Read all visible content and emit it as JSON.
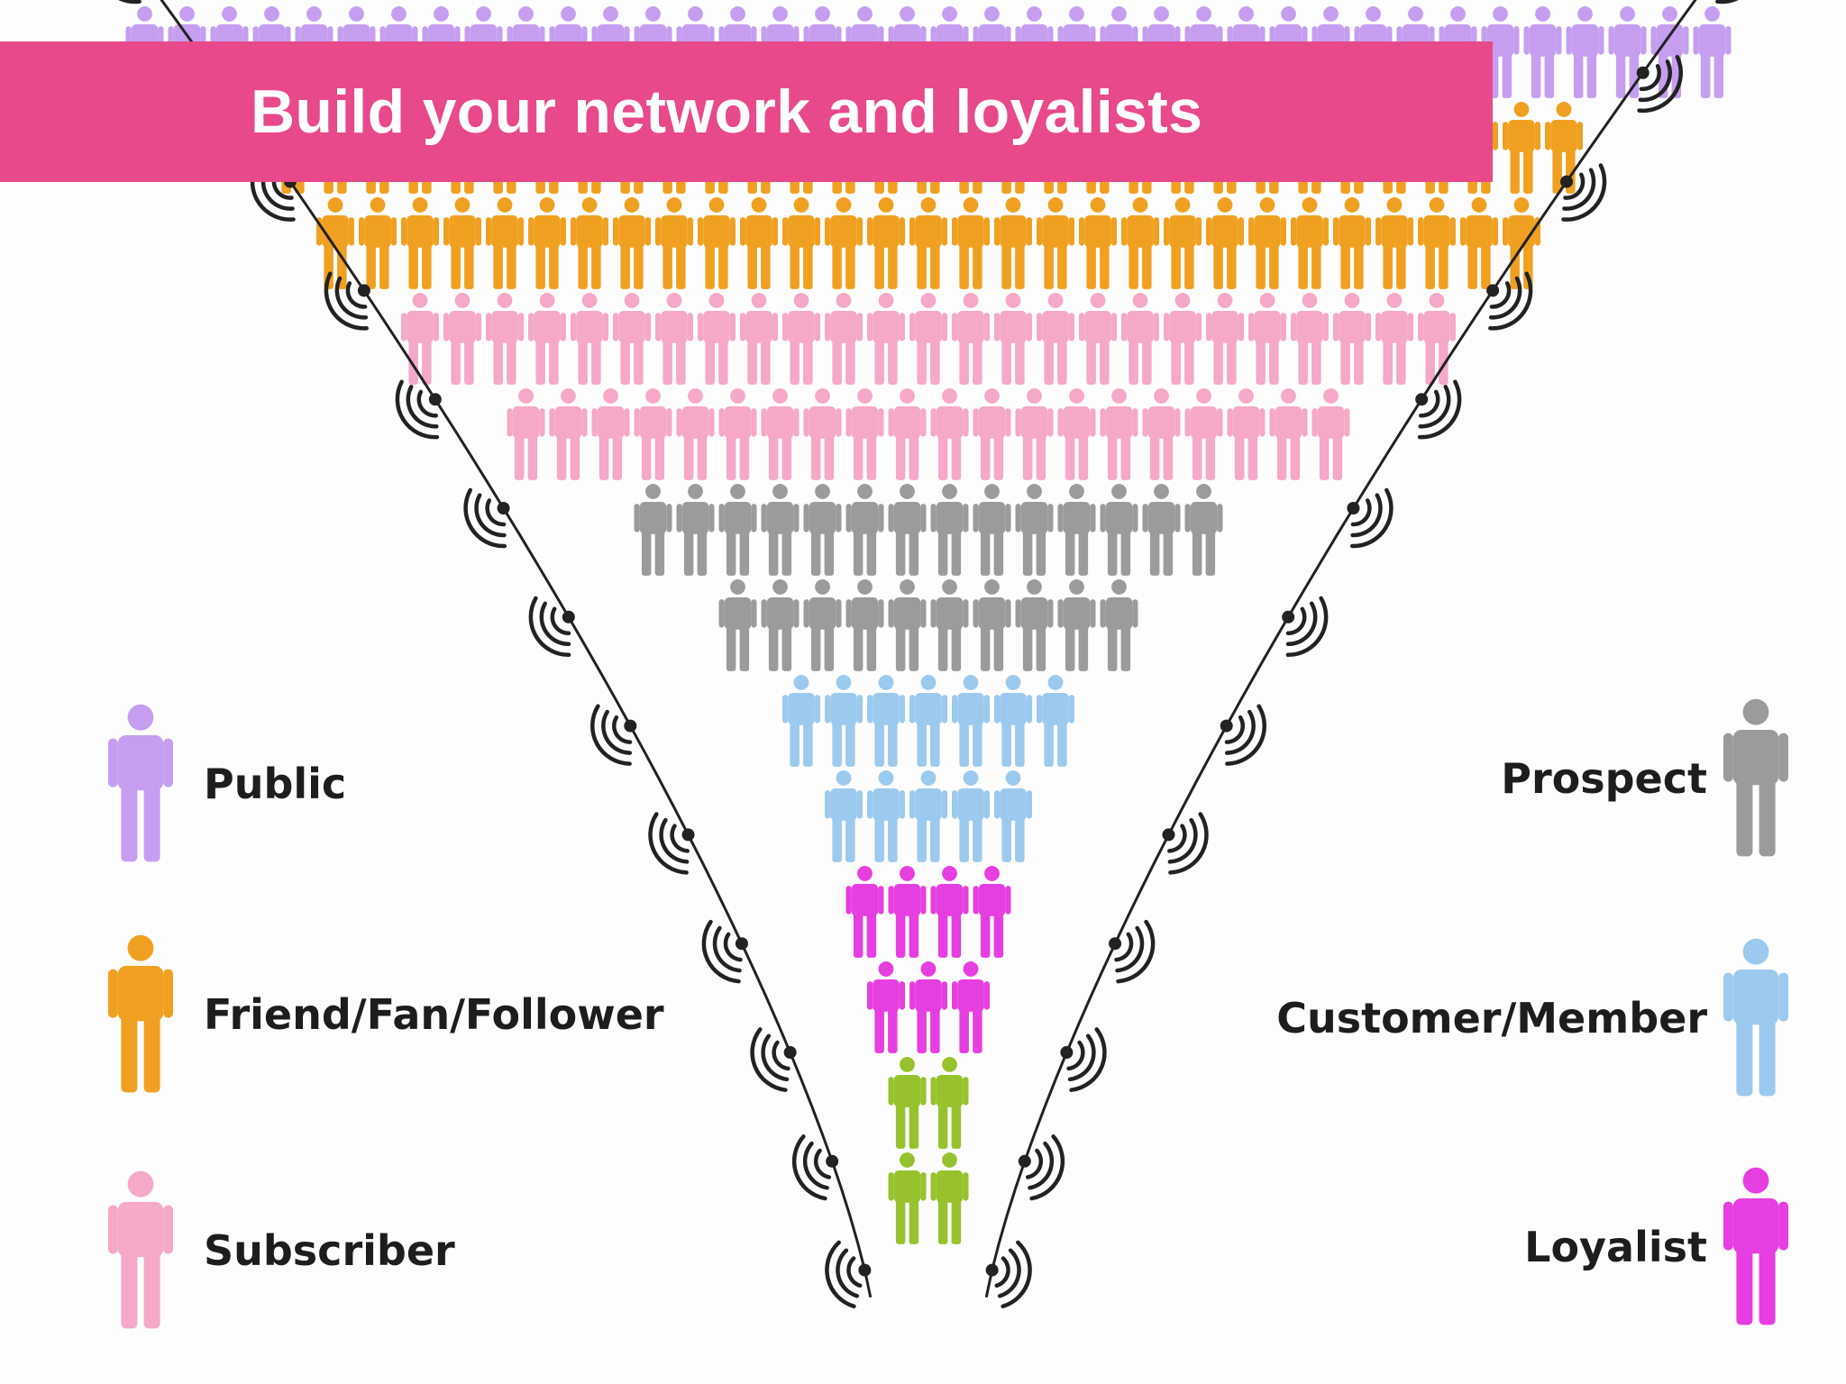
{
  "header": {
    "title": "Build your network and loyalists"
  },
  "legend": {
    "left": [
      {
        "key": "public",
        "label": "Public",
        "icon": "person-icon",
        "color": "#c59ef0"
      },
      {
        "key": "friend",
        "label": "Friend/Fan/Follower",
        "icon": "person-icon",
        "color": "#f0a020"
      },
      {
        "key": "subscriber",
        "label": "Subscriber",
        "icon": "person-icon",
        "color": "#f5a8c8"
      }
    ],
    "right": [
      {
        "key": "prospect",
        "label": "Prospect",
        "icon": "person-icon",
        "color": "#9b9b9b"
      },
      {
        "key": "customer",
        "label": "Customer/Member",
        "icon": "person-icon",
        "color": "#9cc9ee"
      },
      {
        "key": "loyalist",
        "label": "Loyalist",
        "icon": "person-icon",
        "color": "#e63ee0"
      }
    ]
  },
  "funnel": {
    "person_color_extra": "#97c22e",
    "edge_color": "#222222",
    "rows": [
      {
        "type": "public",
        "count": 38
      },
      {
        "type": "friend",
        "count": 31
      },
      {
        "type": "friend",
        "count": 29
      },
      {
        "type": "subscriber",
        "count": 25
      },
      {
        "type": "subscriber",
        "count": 20
      },
      {
        "type": "prospect",
        "count": 14
      },
      {
        "type": "prospect",
        "count": 10
      },
      {
        "type": "customer",
        "count": 7
      },
      {
        "type": "customer",
        "count": 5
      },
      {
        "type": "loyalist",
        "count": 4
      },
      {
        "type": "loyalist",
        "count": 3
      },
      {
        "type": "extra",
        "count": 2
      },
      {
        "type": "extra",
        "count": 2
      }
    ]
  }
}
